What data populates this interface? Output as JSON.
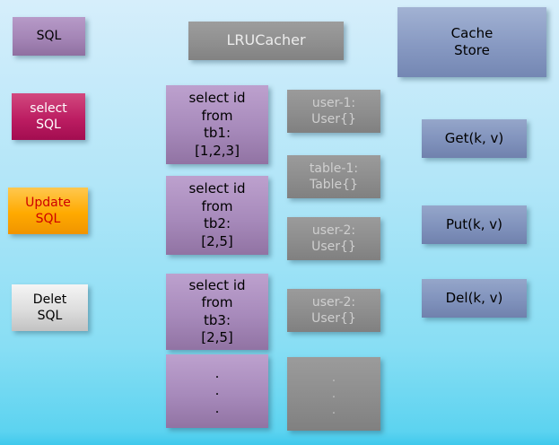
{
  "diagram": {
    "sql_sources": {
      "sql": "SQL",
      "select_sql": "select\nSQL",
      "update_sql": "Update\nSQL",
      "delete_sql": "Delet\nSQL"
    },
    "lru_cacher": {
      "title": "LRUCacher",
      "queries": [
        "select id\nfrom\ntb1:\n[1,2,3]",
        "select id\nfrom\ntb2:\n[2,5]",
        "select id\nfrom\ntb3:\n[2,5]",
        ".\n.\n."
      ]
    },
    "cache_entries": [
      "user-1:\nUser{}",
      "table-1:\nTable{}",
      "user-2:\nUser{}",
      "user-2:\nUser{}",
      ".\n.\n."
    ],
    "cache_store": {
      "title": "Cache\nStore",
      "operations": [
        "Get(k, v)",
        "Put(k, v)",
        "Del(k, v)"
      ]
    }
  }
}
